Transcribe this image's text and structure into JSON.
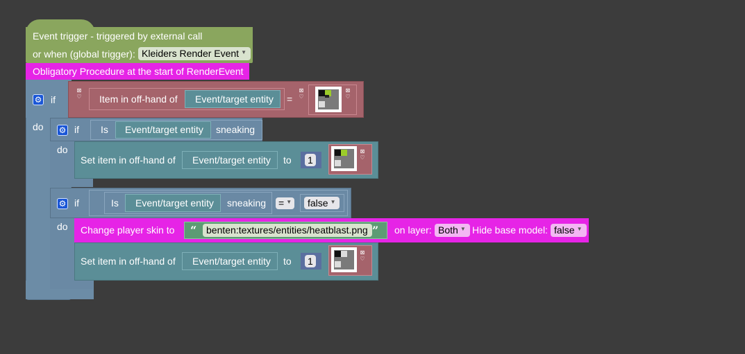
{
  "event_block": {
    "line1": "Event trigger - triggered by external call",
    "line2_prefix": "or when (global trigger):",
    "trigger_value": "Kleiders Render Event"
  },
  "procedure": {
    "label": "Obligatory Procedure at the start of RenderEvent"
  },
  "keywords": {
    "if": "if",
    "do": "do",
    "is": "Is",
    "to": "to",
    "sneaking": "sneaking",
    "equals": "="
  },
  "outer_if": {
    "item_label": "Item in off-hand of",
    "entity": "Event/target entity"
  },
  "inner_if1": {
    "entity": "Event/target entity"
  },
  "set_item1": {
    "label": "Set item in off-hand of",
    "entity": "Event/target entity",
    "amount": "1"
  },
  "inner_if2": {
    "entity": "Event/target entity",
    "compare_op": "=",
    "compare_value": "false"
  },
  "change_skin": {
    "label": "Change player skin to",
    "path": "benten:textures/entities/heatblast.png",
    "layer_label": "on layer:",
    "layer_value": "Both",
    "hide_label": "Hide base model:",
    "hide_value": "false"
  },
  "set_item2": {
    "label": "Set item in off-hand of",
    "entity": "Event/target entity",
    "amount": "1"
  },
  "colors": {
    "background": "#3c3c3c",
    "event_block": "#8aa65e",
    "procedure_block": "#e624e6",
    "control_block": "#6c8ca6",
    "item_block": "#a5636b",
    "entity_block": "#5b8e97"
  }
}
